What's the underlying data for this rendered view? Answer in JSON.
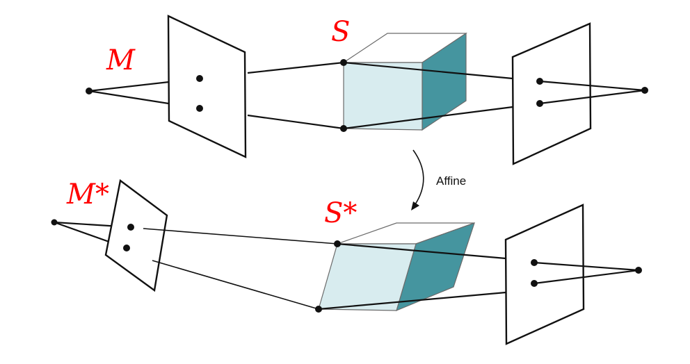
{
  "labels": {
    "top_model": "M",
    "top_structure": "S",
    "bottom_model": "M*",
    "bottom_structure": "S*",
    "transform": "Affine"
  },
  "colors": {
    "label": "#ff0000",
    "cube_front": "#d8ecef",
    "cube_side": "#45959f",
    "cube_top": "#ffffff",
    "ink": "#111111"
  }
}
